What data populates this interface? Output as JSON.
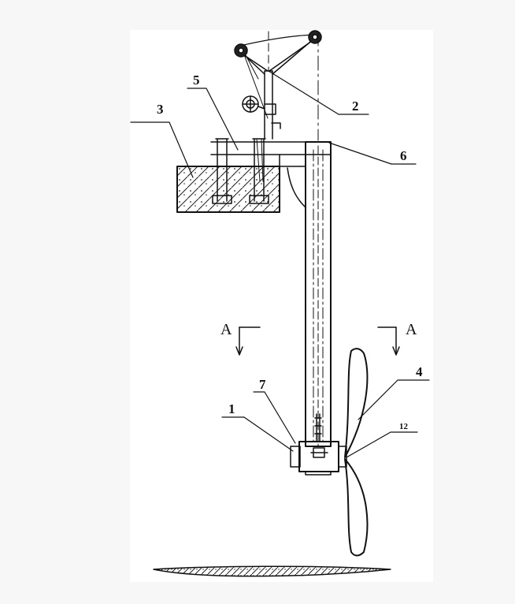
{
  "drawing": {
    "callouts": [
      "1",
      "2",
      "3",
      "4",
      "5",
      "6",
      "7",
      "12"
    ],
    "section_marks": [
      "A",
      "A"
    ]
  },
  "colors": {
    "line": "#111111",
    "paper": "#ffffff",
    "page_bg": "#f7f7f7"
  }
}
